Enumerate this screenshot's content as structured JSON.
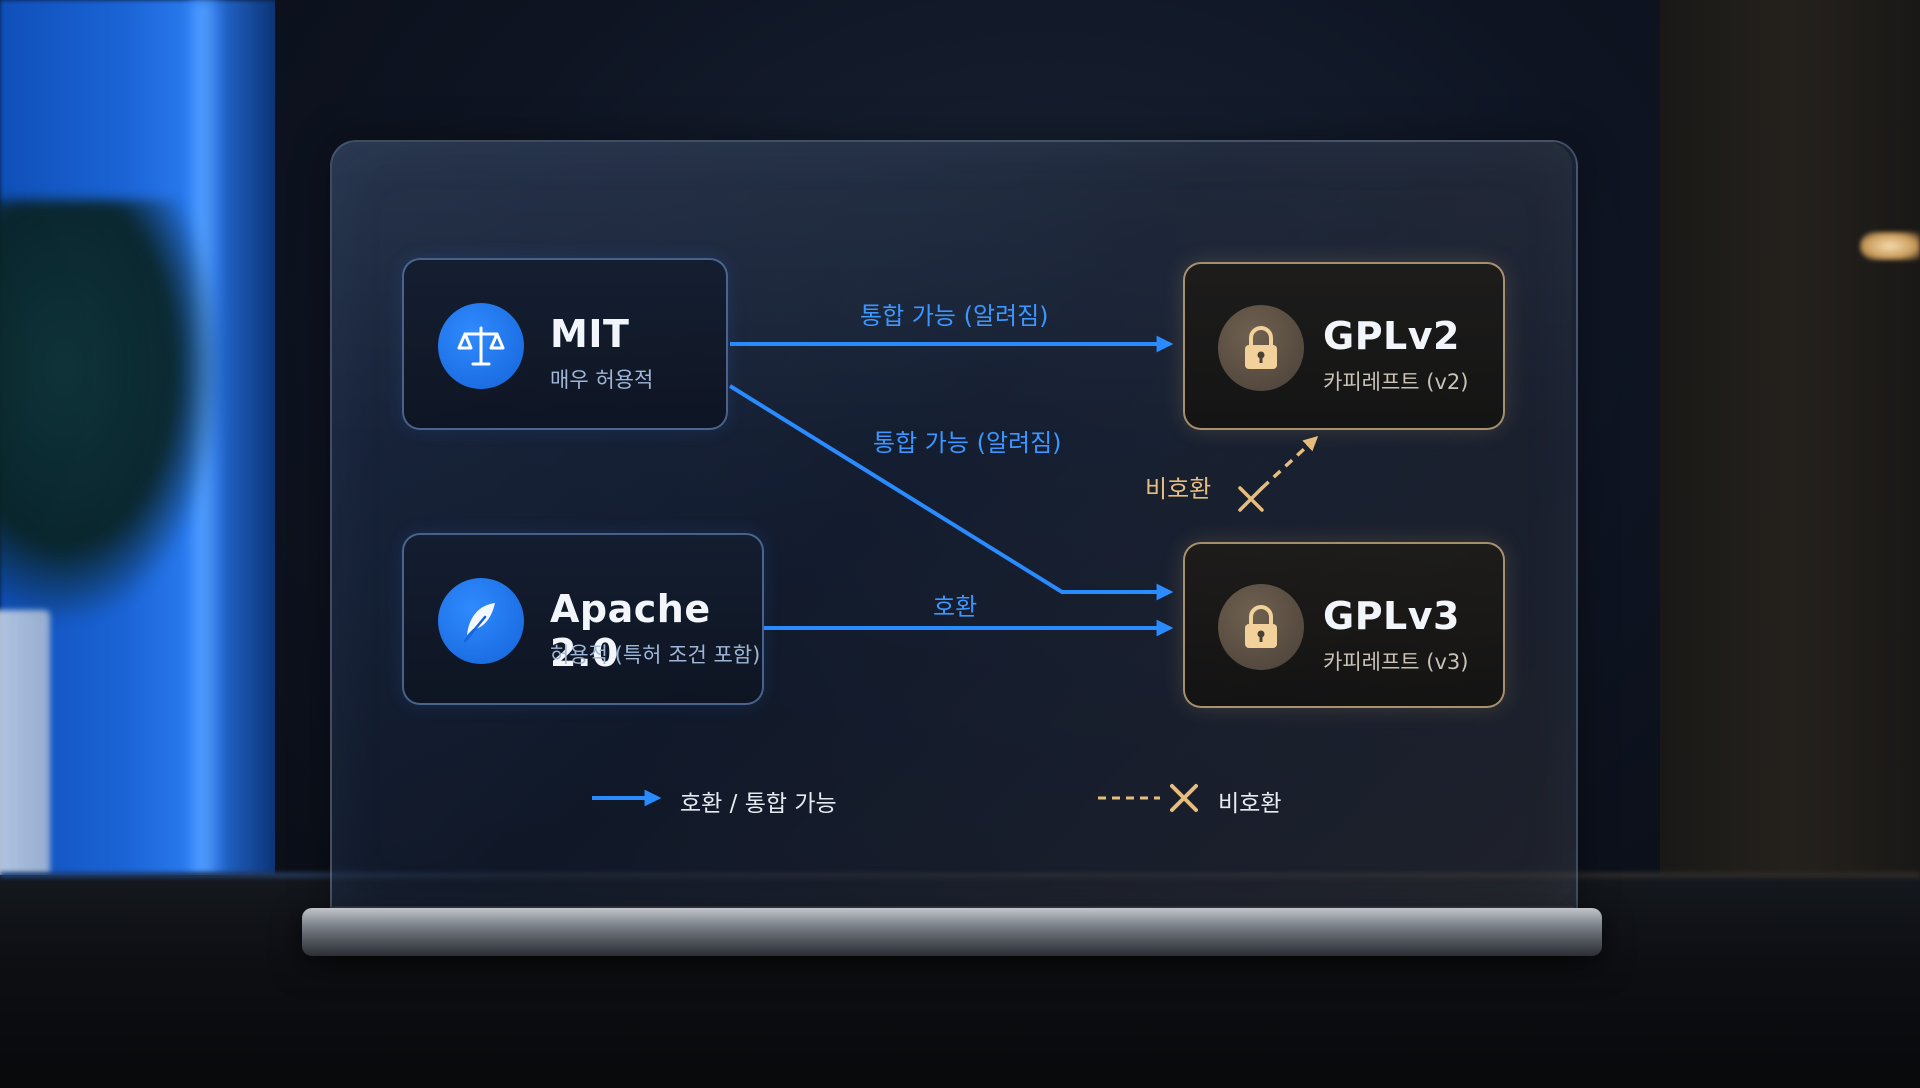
{
  "nodes": {
    "mit": {
      "title": "MIT",
      "subtitle": "매우 허용적",
      "icon": "scales-icon"
    },
    "apache": {
      "title": "Apache 2.0",
      "subtitle": "허용적 (특허 조건 포함)",
      "icon": "feather-icon"
    },
    "gplv2": {
      "title": "GPLv2",
      "subtitle": "카피레프트 (v2)",
      "icon": "lock-icon"
    },
    "gplv3": {
      "title": "GPLv3",
      "subtitle": "카피레프트 (v3)",
      "icon": "lock-icon"
    }
  },
  "edges": {
    "mit_gplv2": "통합 가능 (알려짐)",
    "mit_gplv3": "통합 가능 (알려짐)",
    "apache_gplv3": "호환",
    "apache_gplv2": "비호환"
  },
  "legend": {
    "compatible": "호환 / 통합 가능",
    "incompatible": "비호환"
  },
  "colors": {
    "compatible": "#2a8bff",
    "incompatible": "#e7bd7e"
  }
}
